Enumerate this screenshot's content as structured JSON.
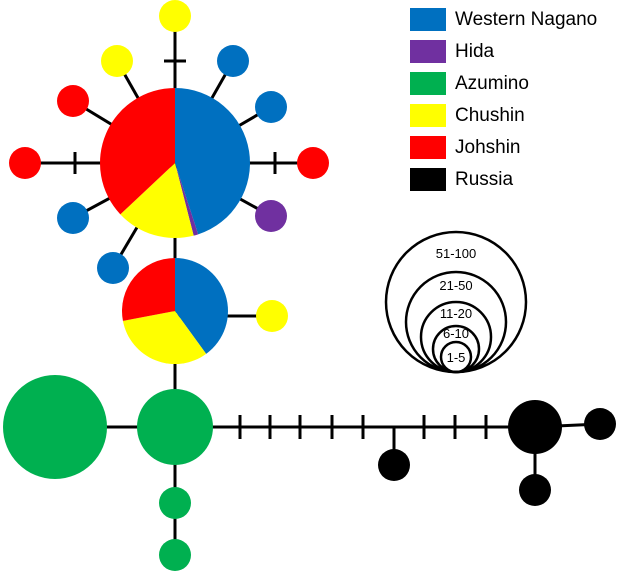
{
  "legend": [
    {
      "label": "Western Nagano",
      "color": "#0070C0"
    },
    {
      "label": "Hida",
      "color": "#7030A0"
    },
    {
      "label": "Azumino",
      "color": "#00B050"
    },
    {
      "label": "Chushin",
      "color": "#FFFF00"
    },
    {
      "label": "Johshin",
      "color": "#FF0000"
    },
    {
      "label": "Russia",
      "color": "#000000"
    }
  ],
  "size_scale": {
    "labels": [
      "51-100",
      "21-50",
      "11-20",
      "6-10",
      "1-5"
    ]
  },
  "nodes": {
    "top_main": {
      "slices": [
        {
          "group": "Western Nagano",
          "fraction": 0.45
        },
        {
          "group": "Hida",
          "fraction": 0.01
        },
        {
          "group": "Chushin",
          "fraction": 0.17
        },
        {
          "group": "Johshin",
          "fraction": 0.37
        }
      ]
    },
    "mid_mixed": {
      "slices": [
        {
          "group": "Western Nagano",
          "fraction": 0.4
        },
        {
          "group": "Chushin",
          "fraction": 0.32
        },
        {
          "group": "Johshin",
          "fraction": 0.28
        }
      ]
    }
  }
}
